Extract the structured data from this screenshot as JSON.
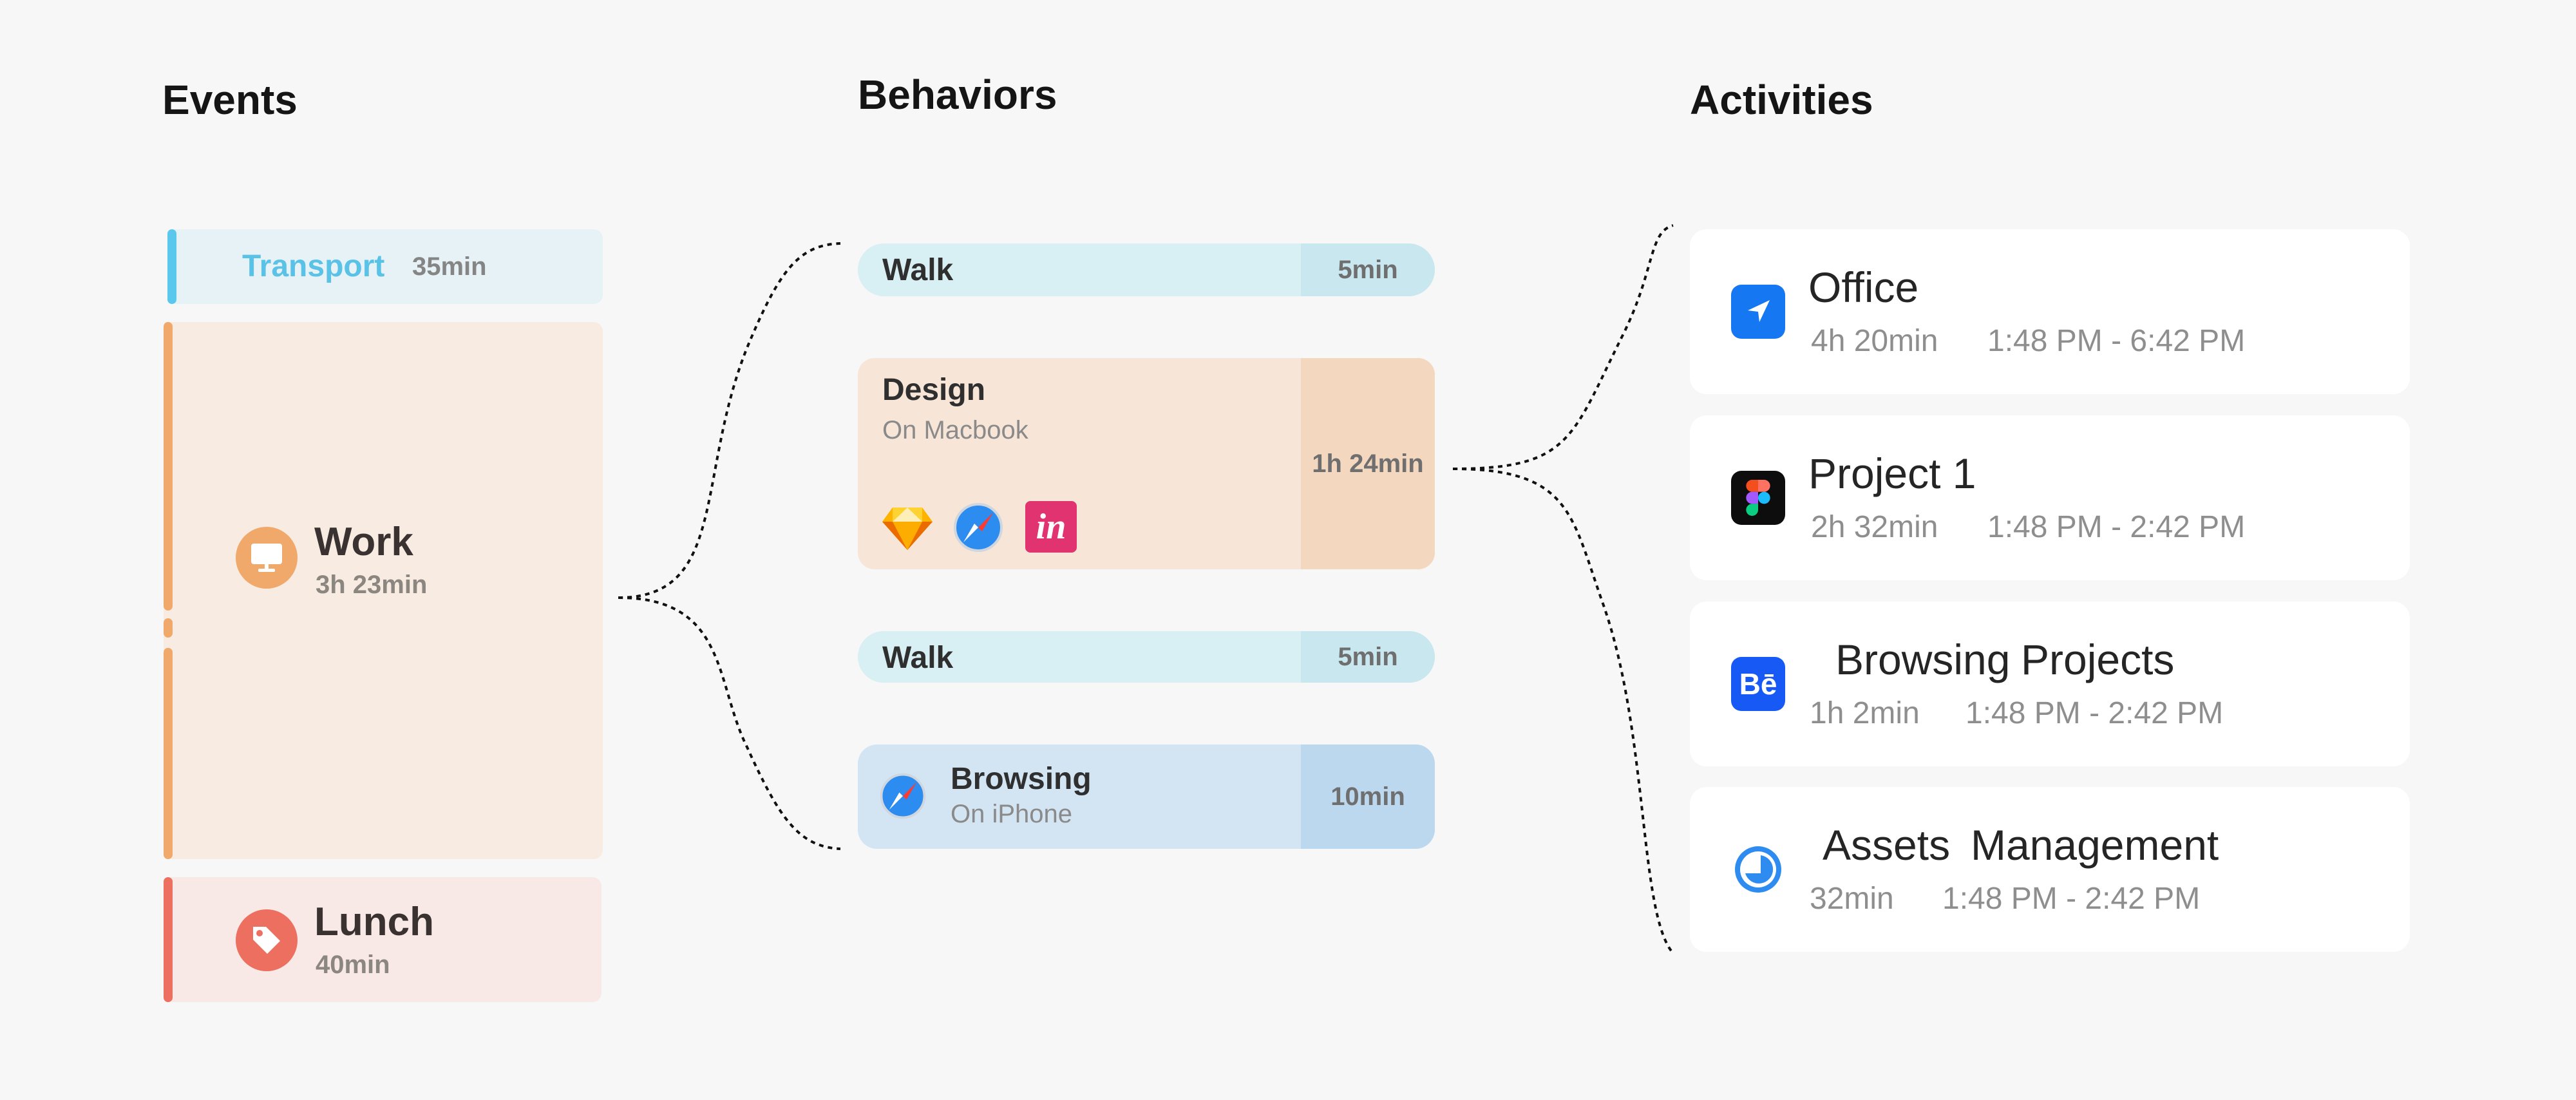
{
  "columns": {
    "events": "Events",
    "behaviors": "Behaviors",
    "activities": "Activities"
  },
  "events": {
    "transport": {
      "label": "Transport",
      "duration": "35min"
    },
    "work": {
      "label": "Work",
      "duration": "3h 23min"
    },
    "lunch": {
      "label": "Lunch",
      "duration": "40min"
    }
  },
  "behaviors": {
    "walk1": {
      "label": "Walk",
      "duration": "5min"
    },
    "design": {
      "label": "Design",
      "sub": "On Macbook",
      "duration": "1h 24min",
      "app_icons": [
        "sketch-icon",
        "safari-icon",
        "invision-icon"
      ]
    },
    "walk2": {
      "label": "Walk",
      "duration": "5min"
    },
    "browsing": {
      "label": "Browsing",
      "sub": "On iPhone",
      "duration": "10min",
      "app_icon": "safari-icon"
    }
  },
  "activities": [
    {
      "title_a": "Office",
      "title_b": "",
      "duration": "4h 20min",
      "range": "1:48 PM - 6:42 PM",
      "icon": "location-arrow-icon",
      "icon_color": "#1677f2"
    },
    {
      "title_a": "Project 1",
      "title_b": "",
      "duration": "2h 32min",
      "range": "1:48 PM - 2:42 PM",
      "icon": "figma-icon",
      "icon_color": "#0d0d0d"
    },
    {
      "title_a": "Browsing",
      "title_b": "Projects",
      "duration": "1h 2min",
      "range": "1:48 PM - 2:42 PM",
      "icon": "behance-icon",
      "icon_color": "#1659f5"
    },
    {
      "title_a": "Assets",
      "title_b": "Management",
      "duration": "32min",
      "range": "1:48 PM - 2:42 PM",
      "icon": "pie-chart-icon",
      "icon_color": "#2e8cf0"
    }
  ],
  "colors": {
    "transport": "#5ac8ec",
    "work": "#f0a96a",
    "lunch": "#ec6f5f",
    "walk": "#d8eff4",
    "design": "#f7e5d7",
    "browsing": "#d3e4f2"
  }
}
